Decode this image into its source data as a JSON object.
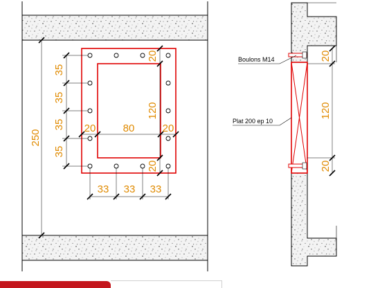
{
  "colors": {
    "dimension": "#e08a00",
    "plate": "#e00000",
    "line": "#000000",
    "concrete": "#f2f2f2"
  },
  "elevation": {
    "left_dims": [
      "35",
      "35",
      "35",
      "35"
    ],
    "overall_height": "250",
    "top_dim": "20",
    "side_dims": [
      "20",
      "80",
      "20"
    ],
    "inner_height": "120",
    "bottom_dim": "20",
    "bottom_dims": [
      "33",
      "33",
      "33"
    ]
  },
  "section": {
    "bolt_label": "Boulons M14",
    "plate_label": "Plat 200 ep 10",
    "top_dim": "20",
    "middle_dim": "120",
    "bottom_dim": "20"
  }
}
